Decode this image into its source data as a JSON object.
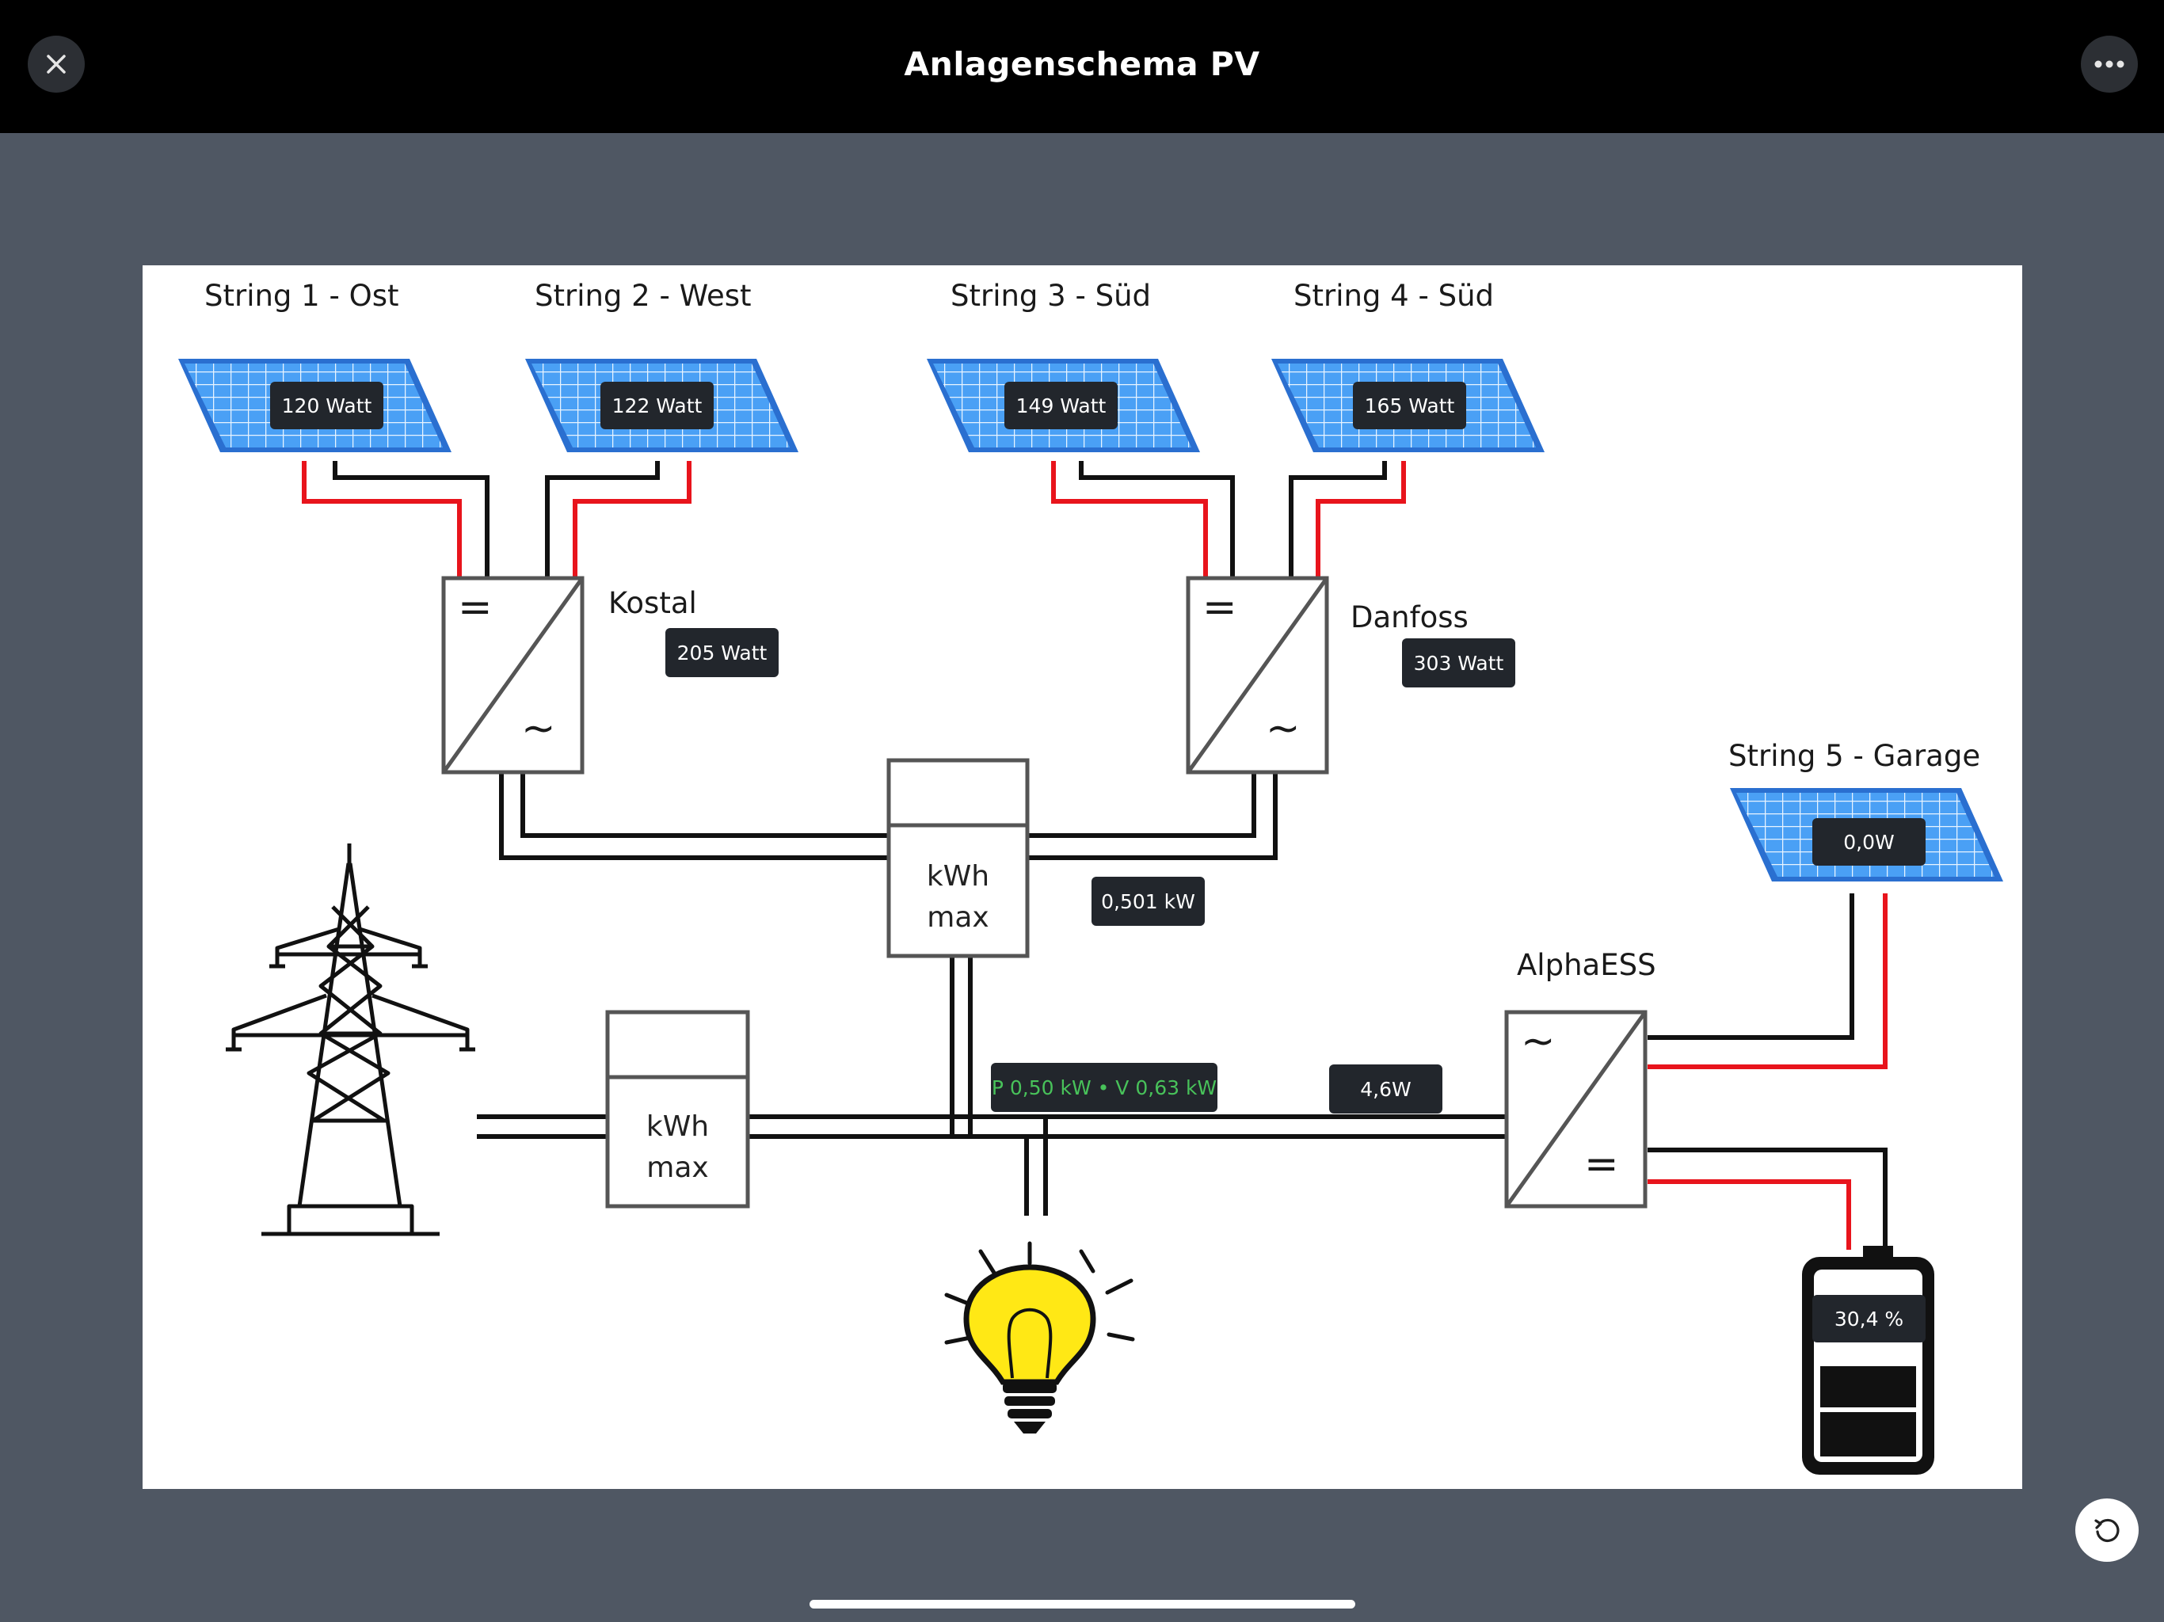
{
  "header": {
    "title": "Anlagenschema PV",
    "close_icon": "close-icon",
    "more_icon": "more-icon"
  },
  "diagram": {
    "strings": [
      {
        "label": "String 1 - Ost",
        "power": "120 Watt"
      },
      {
        "label": "String 2 - West",
        "power": "122 Watt"
      },
      {
        "label": "String 3 - Süd",
        "power": "149 Watt"
      },
      {
        "label": "String 4 - Süd",
        "power": "165 Watt"
      },
      {
        "label": "String 5 - Garage",
        "power": "0,0W"
      }
    ],
    "inverters": [
      {
        "label": "Kostal",
        "power": "205 Watt"
      },
      {
        "label": "Danfoss",
        "power": "303 Watt"
      },
      {
        "label": "AlphaESS",
        "power": "4,6W"
      }
    ],
    "meters": [
      {
        "line1": "kWh",
        "line2": "max"
      },
      {
        "line1": "kWh",
        "line2": "max"
      }
    ],
    "pv_total": "0,501 kW",
    "consumption": "P 0,50 kW • V 0,63 kW",
    "battery_soc": "30,4 %",
    "inverter_symbols": {
      "dc": "=",
      "ac": "~"
    }
  },
  "colors": {
    "background": "#4f5763",
    "topbar": "#000000",
    "wire_positive": "#e8141c",
    "wire_negative": "#111111",
    "panel_blue": "#2f7fe0",
    "bulb_yellow": "#ffe815",
    "badge_bg": "#22262c",
    "consumption_text": "#48c25a"
  },
  "footer": {
    "refresh_icon": "refresh-icon"
  }
}
